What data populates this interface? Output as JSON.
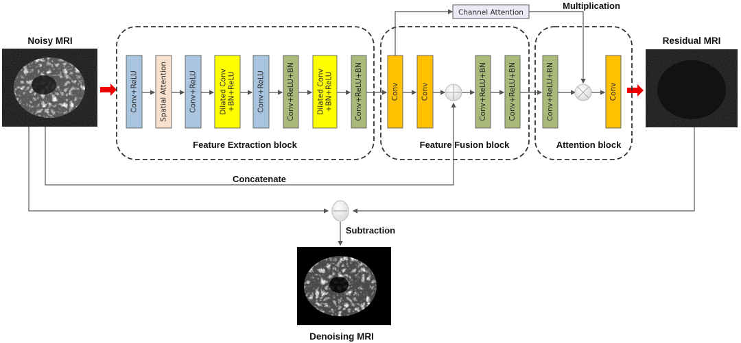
{
  "labels": {
    "noisy": "Noisy MRI",
    "residual": "Residual MRI",
    "denoised": "Denoising MRI",
    "concatenate": "Concatenate",
    "subtraction": "Subtraction",
    "multiplication": "Multiplication",
    "channel_attention": "Channel Attention"
  },
  "groups": [
    {
      "id": "feature-extraction",
      "title": "Feature Extraction block"
    },
    {
      "id": "feature-fusion",
      "title": "Feature Fusion block"
    },
    {
      "id": "attention",
      "title": "Attention block"
    }
  ],
  "blocks": [
    {
      "id": "fe1",
      "lines": [
        "Conv+ReLU"
      ],
      "kind": "conv-relu"
    },
    {
      "id": "fe2",
      "lines": [
        "Spatial Attention"
      ],
      "kind": "spatial"
    },
    {
      "id": "fe3",
      "lines": [
        "Conv+ReLU"
      ],
      "kind": "conv-relu"
    },
    {
      "id": "fe4",
      "lines": [
        "Dilated Conv",
        "+BN+ReLU"
      ],
      "kind": "dilated"
    },
    {
      "id": "fe5",
      "lines": [
        "Conv+ReLU"
      ],
      "kind": "conv-relu"
    },
    {
      "id": "fe6",
      "lines": [
        "Conv+ReLU+BN"
      ],
      "kind": "conv-relu-bn"
    },
    {
      "id": "fe7",
      "lines": [
        "Dilated Conv",
        "+BN+ReLU"
      ],
      "kind": "dilated"
    },
    {
      "id": "fe8",
      "lines": [
        "Conv+ReLU+BN"
      ],
      "kind": "conv-relu-bn"
    },
    {
      "id": "ff1",
      "lines": [
        "Conv"
      ],
      "kind": "conv"
    },
    {
      "id": "ff2",
      "lines": [
        "Conv"
      ],
      "kind": "conv"
    },
    {
      "id": "ff3",
      "lines": [
        "Conv+ReLU+BN"
      ],
      "kind": "conv-relu-bn"
    },
    {
      "id": "ff4",
      "lines": [
        "Conv+ReLU+BN"
      ],
      "kind": "conv-relu-bn"
    },
    {
      "id": "at1",
      "lines": [
        "Conv+ReLU+BN"
      ],
      "kind": "conv-relu-bn"
    },
    {
      "id": "at2",
      "lines": [
        "Conv"
      ],
      "kind": "conv"
    }
  ],
  "colors": {
    "conv-relu": "#a9c4de",
    "spatial": "#f8e0cc",
    "dilated": "#ffff00",
    "conv-relu-bn": "#a9b97a",
    "conv": "#ffc000",
    "arrow_red": "#ee0000",
    "line": "#555555",
    "dash": "#333333"
  }
}
